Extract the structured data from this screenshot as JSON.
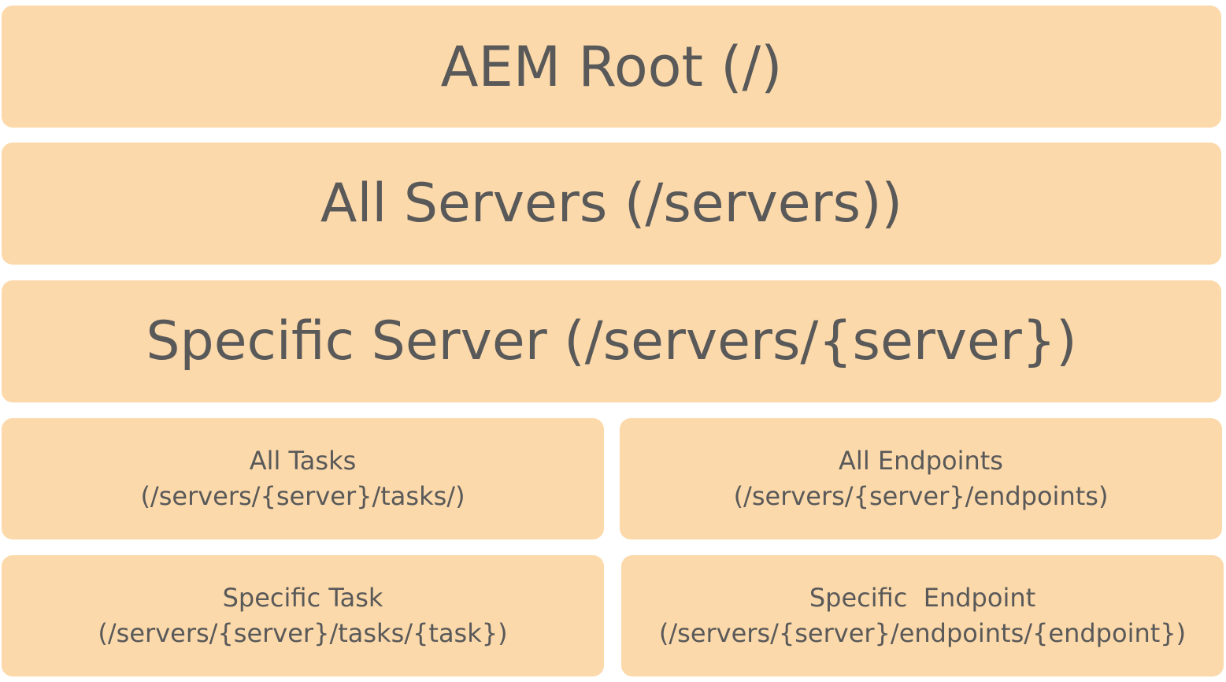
{
  "diagram": {
    "colors": {
      "box_fill": "#fcd9aa",
      "text": "#595959",
      "background": "#ffffff"
    },
    "levels": {
      "root": {
        "label": "AEM Root (/)"
      },
      "servers": {
        "label": "All Servers (/servers))"
      },
      "server": {
        "label": "Specific Server (/servers/{server})"
      },
      "tasks": {
        "name": "All Tasks",
        "path": "(/servers/{server}/tasks/)"
      },
      "endpoints": {
        "name": "All Endpoints",
        "path": "(/servers/{server}/endpoints)"
      },
      "task": {
        "name": "Specific Task",
        "path": "(/servers/{server}/tasks/{task})"
      },
      "endpoint": {
        "name": "Specific  Endpoint",
        "path": "(/servers/{server}/endpoints/{endpoint})"
      }
    }
  }
}
